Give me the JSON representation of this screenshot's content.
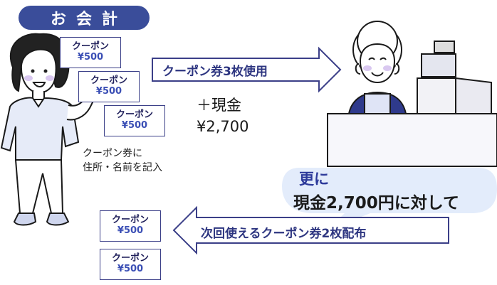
{
  "title": "お会計",
  "coupon": {
    "label": "クーポン",
    "price": "¥500"
  },
  "top_arrow_label": "クーポン券3枚使用",
  "cash_lines": [
    "＋現金",
    "¥2,700"
  ],
  "coupon_note_lines": [
    "クーポン券に",
    "住所・名前を記入"
  ],
  "bubble": {
    "head": "更に",
    "body": "現金2,700円に対して"
  },
  "bottom_arrow_label": "次回使えるクーポン券2枚配布",
  "colors": {
    "accent": "#3a4d9a",
    "bubble_fill": "#e3ecfb",
    "arrow_outline": "#3b3f88"
  }
}
